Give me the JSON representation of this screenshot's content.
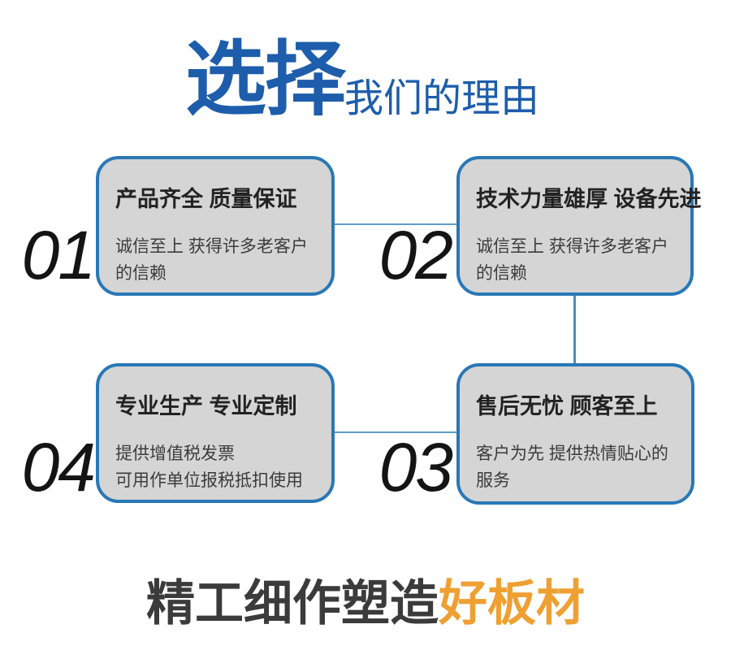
{
  "header": {
    "title_main": "选择",
    "title_sub": "我们的理由"
  },
  "reasons": [
    {
      "number": "01",
      "title": "产品齐全 质量保证",
      "line1": "诚信至上 获得许多老客户",
      "line2": "的信赖"
    },
    {
      "number": "02",
      "title": "技术力量雄厚 设备先进",
      "line1": "诚信至上 获得许多老客户",
      "line2": "的信赖"
    },
    {
      "number": "03",
      "title": "售后无忧 顾客至上",
      "line1": "客户为先 提供热情贴心的",
      "line2": "服务"
    },
    {
      "number": "04",
      "title": "专业生产 专业定制",
      "line1": "提供增值税发票",
      "line2": "可用作单位报税抵扣使用"
    }
  ],
  "footer": {
    "tagline_dark": "精工细作塑造",
    "tagline_accent": "好板材"
  },
  "colors": {
    "brand_blue": "#1d5dab",
    "card_border_blue": "#2878b6",
    "card_fill_gray": "#d5d5d5",
    "connector_blue": "#5e9cc9",
    "number_black": "#141414",
    "tagline_dark": "#3b3b3b",
    "accent_orange": "#efa032"
  }
}
